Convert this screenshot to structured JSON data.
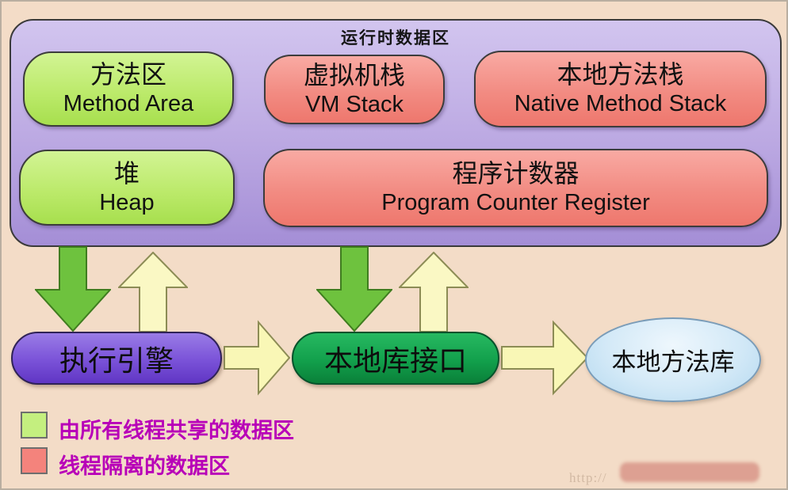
{
  "title": "运行时数据区",
  "boxes": {
    "method_area": {
      "zh": "方法区",
      "en": "Method Area",
      "category": "shared"
    },
    "vm_stack": {
      "zh": "虚拟机栈",
      "en": "VM Stack",
      "category": "isolated"
    },
    "native_method_stack": {
      "zh": "本地方法栈",
      "en": "Native Method Stack",
      "category": "isolated"
    },
    "heap": {
      "zh": "堆",
      "en": "Heap",
      "category": "shared"
    },
    "pc_register": {
      "zh": "程序计数器",
      "en": "Program Counter Register",
      "category": "isolated"
    }
  },
  "bottom_row": {
    "execution_engine": "执行引擎",
    "native_interface": "本地库接口",
    "native_library": "本地方法库"
  },
  "legend": {
    "shared_label": "由所有线程共享的数据区",
    "isolated_label": "线程隔离的数据区"
  },
  "watermark": {
    "visible_text": "http://"
  },
  "colors": {
    "background": "#f3dcc7",
    "container_purple": "#bba8e2",
    "shared_green": "#c4ef7f",
    "isolated_pink": "#f4837c",
    "engine_purple": "#7a52d8",
    "interface_green": "#12a04c",
    "library_blue": "#cfe7f6",
    "arrow_yellow": "#f9f7b6",
    "arrow_green": "#6ec23e",
    "legend_text": "#b800b8"
  }
}
